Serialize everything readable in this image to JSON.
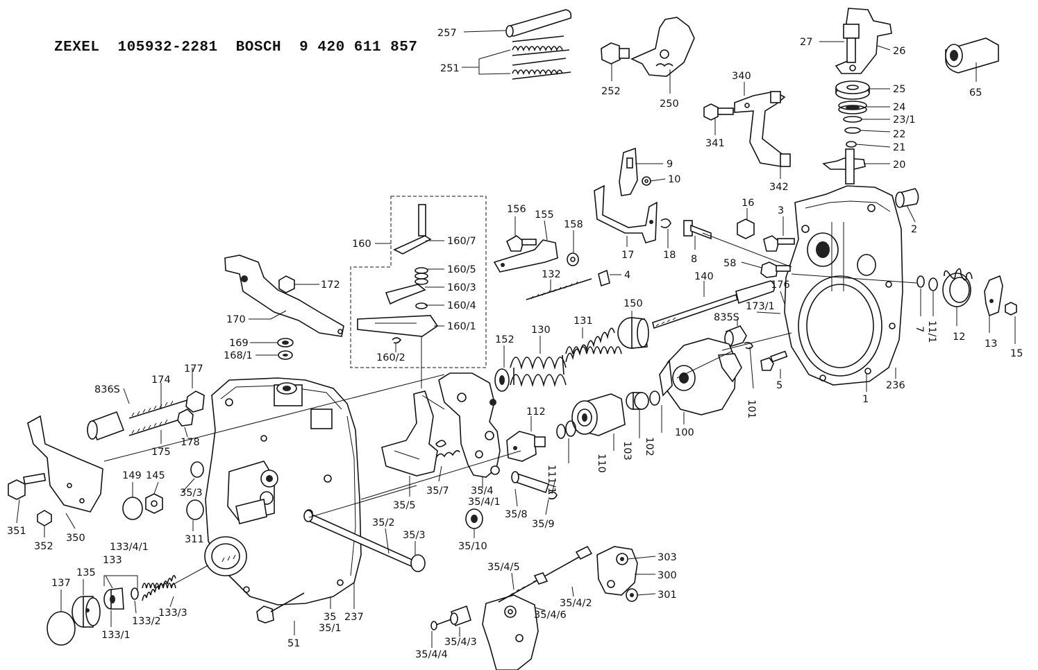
{
  "header": {
    "brand1": "ZEXEL",
    "code1": "105932-2281",
    "brand2": "BOSCH",
    "code2": "9 420 611 857"
  },
  "labels": {
    "l257": "257",
    "l251": "251",
    "l252": "252",
    "l250": "250",
    "l27": "27",
    "l26": "26",
    "l25": "25",
    "l24": "24",
    "l23_1": "23/1",
    "l22": "22",
    "l21": "21",
    "l20": "20",
    "l65": "65",
    "l340": "340",
    "l341": "341",
    "l342": "342",
    "l9": "9",
    "l10": "10",
    "l16": "16",
    "l3": "3",
    "l2": "2",
    "l156": "156",
    "l155": "155",
    "l158": "158",
    "l17": "17",
    "l18": "18",
    "l8": "8",
    "l58": "58",
    "l4": "4",
    "l132": "132",
    "l140": "140",
    "l160": "160",
    "l160_7": "160/7",
    "l160_5": "160/5",
    "l160_3": "160/3",
    "l160_4": "160/4",
    "l160_1": "160/1",
    "l160_2": "160/2",
    "l172": "172",
    "l170": "170",
    "l169": "169",
    "l168_1": "168/1",
    "l150": "150",
    "l176": "176",
    "l173_1": "173/1",
    "l835s": "835S",
    "l7": "7",
    "l11_1": "11/1",
    "l12": "12",
    "l13": "13",
    "l15": "15",
    "l131": "131",
    "l130": "130",
    "l152": "152",
    "l836s": "836S",
    "l174": "174",
    "l177": "177",
    "l175": "175",
    "l178": "178",
    "l5": "5",
    "l101": "101",
    "l1": "1",
    "l236": "236",
    "l100": "100",
    "l102": "102",
    "l103": "103",
    "l110": "110",
    "l112": "112",
    "l111_1": "111/1",
    "l149": "149",
    "l145": "145",
    "l35_3a": "35/3",
    "l311": "311",
    "l351": "351",
    "l352": "352",
    "l350": "350",
    "l35_5": "35/5",
    "l35_7": "35/7",
    "l35_4": "35/4",
    "l35_4_1": "35/4/1",
    "l35_8": "35/8",
    "l35_9": "35/9",
    "l35_10": "35/10",
    "l35_2": "35/2",
    "l35_3b": "35/3",
    "l133_4_1": "133/4/1",
    "l133": "133",
    "l135": "135",
    "l137": "137",
    "l133_1": "133/1",
    "l133_2": "133/2",
    "l133_3": "133/3",
    "l51": "51",
    "l35": "35",
    "l35_1": "35/1",
    "l237": "237",
    "l35_4_5": "35/4/5",
    "l35_4_2": "35/4/2",
    "l35_4_6": "35/4/6",
    "l35_4_3": "35/4/3",
    "l35_4_4": "35/4/4",
    "l303": "303",
    "l300": "300",
    "l301": "301"
  }
}
